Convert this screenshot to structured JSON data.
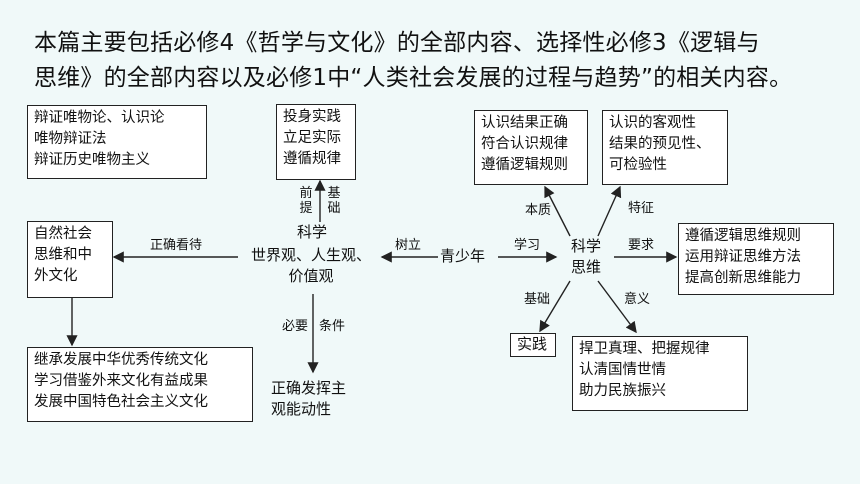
{
  "intro": {
    "line1": "本篇主要包括必修4《哲学与文化》的全部内容、选择性必修3《逻辑与",
    "line2": "思维》的全部内容以及必修1中“人类社会发展的过程与趋势”的相关内容。"
  },
  "left": {
    "top_box": [
      "辩证唯物论、认识论",
      "唯物辩证法",
      "辩证历史唯物主义"
    ],
    "mid_box": [
      "自然社会",
      "思维和中",
      "外文化"
    ],
    "bottom_box": [
      "继承发展中华优秀传统文化",
      "学习借鉴外来文化有益成果",
      "发展中国特色社会主义文化"
    ],
    "edge_correct_view": "正确看待"
  },
  "center": {
    "practice_box": [
      "投身实践",
      "立足实际",
      "遵循规律"
    ],
    "label_premise": "前提",
    "label_basis": "基础",
    "science": "科学",
    "worldview": [
      "世界观、人生观、",
      "价值观"
    ],
    "label_necessary": "必要",
    "label_condition": "条件",
    "initiative": [
      "正确发挥主",
      "观能动性"
    ],
    "label_establish": "树立",
    "youth": "青少年",
    "label_learn": "学习"
  },
  "right": {
    "sci_thinking": [
      "科学",
      "思维"
    ],
    "essence_box": [
      "认识结果正确",
      "符合认识规律",
      "遵循逻辑规则"
    ],
    "label_essence": "本质",
    "feature_box": [
      "认识的客观性",
      "结果的预见性、",
      "可检验性"
    ],
    "label_feature": "特征",
    "requirement_box": [
      "遵循逻辑思维规则",
      "运用辩证思维方法",
      "提高创新思维能力"
    ],
    "label_requirement": "要求",
    "label_basis": "基础",
    "practice": "实践",
    "label_meaning": "意义",
    "meaning_box": [
      "捍卫真理、把握规律",
      "认清国情世情",
      "助力民族振兴"
    ]
  }
}
